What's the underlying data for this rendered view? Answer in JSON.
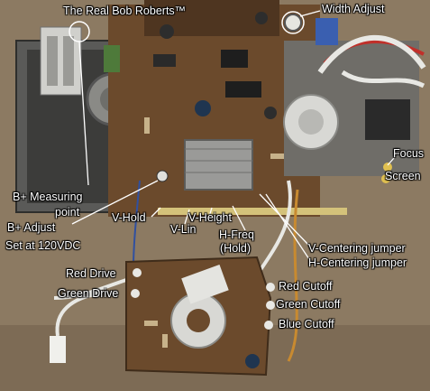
{
  "labels": {
    "bob_roberts": "The Real Bob Roberts™",
    "width_adjust": "Width Adjust",
    "focus": "Focus",
    "screen": "Screen",
    "b_plus_measuring": "B+ Measuring",
    "point": "point",
    "b_plus_adjust": "B+ Adjust",
    "set_at": "Set at 120VDC",
    "v_hold": "V-Hold",
    "v_lin": "V-Lin",
    "v_height": "V-Height",
    "h_freq": "H-Freq",
    "hold": "(Hold)",
    "v_centering": "V-Centering jumper",
    "h_centering": "H-Centering jumper",
    "red_drive": "Red Drive",
    "green_drive": "Green Drive",
    "red_cutoff": "Red Cutoff",
    "green_cutoff": "Green Cutoff",
    "blue_cutoff": "Blue Cutoff"
  },
  "colors": {
    "floor": "#8c7a62",
    "board": "#6b4a2c",
    "board_dark": "#3f2c1a",
    "chassis": "#4a4a48",
    "heatsink": "#9a9a98",
    "flyback": "#d8d8d4",
    "label_text": "#ffffff",
    "leader_line": "#ffffff"
  }
}
